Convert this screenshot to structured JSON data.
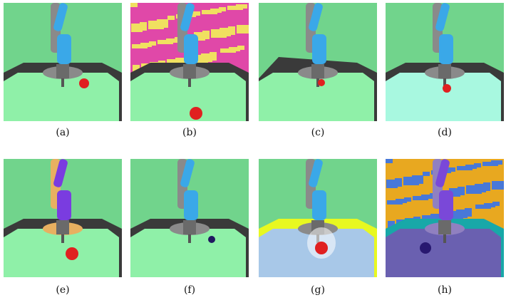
{
  "panels": [
    {
      "caption": "(a)",
      "palette": {
        "bg": "#71d48c",
        "table": "#8ff0a8",
        "rim": "#3a3a3a",
        "arm": "#3aa8e8",
        "link": "#8a8a8a",
        "ball": "#e02020"
      },
      "variant": "plain"
    },
    {
      "caption": "(b)",
      "palette": {
        "bg": "#e048a8",
        "table": "#8ff0a8",
        "rim": "#3a3a3a",
        "arm": "#3aa8e8",
        "link": "#8a8a8a",
        "ball": "#e02020"
      },
      "variant": "textured-bg"
    },
    {
      "caption": "(c)",
      "palette": {
        "bg": "#71d48c",
        "table": "#8ff0a8",
        "rim": "#3a3a3a",
        "arm": "#3aa8e8",
        "link": "#8a8a8a",
        "ball": "#e02020"
      },
      "variant": "tilted"
    },
    {
      "caption": "(d)",
      "palette": {
        "bg": "#71d48c",
        "table": "#a8f8e0",
        "rim": "#3a3a3a",
        "arm": "#3aa8e8",
        "link": "#8a8a8a",
        "ball": "#e02020"
      },
      "variant": "plain"
    },
    {
      "caption": "(e)",
      "palette": {
        "bg": "#71d48c",
        "table": "#8ff0a8",
        "rim": "#3a3a3a",
        "arm": "#7a3ce0",
        "link": "#e8b060",
        "ball": "#e02020"
      },
      "variant": "plain"
    },
    {
      "caption": "(f)",
      "palette": {
        "bg": "#71d48c",
        "table": "#8ff0a8",
        "rim": "#3a3a3a",
        "arm": "#3aa8e8",
        "link": "#8a8a8a",
        "ball": "#201860"
      },
      "variant": "plain"
    },
    {
      "caption": "(g)",
      "palette": {
        "bg": "#71d48c",
        "table": "#a8c8e8",
        "rim": "#e8f820",
        "arm": "#3aa8e8",
        "link": "#8a8a8a",
        "ball": "#e02020"
      },
      "variant": "glow"
    },
    {
      "caption": "(h)",
      "palette": {
        "bg": "#e8a820",
        "table": "#6a60b0",
        "rim": "#18a8a8",
        "arm": "#7a48d8",
        "link": "#9080c0",
        "ball": "#281870"
      },
      "variant": "textured-bg"
    }
  ]
}
